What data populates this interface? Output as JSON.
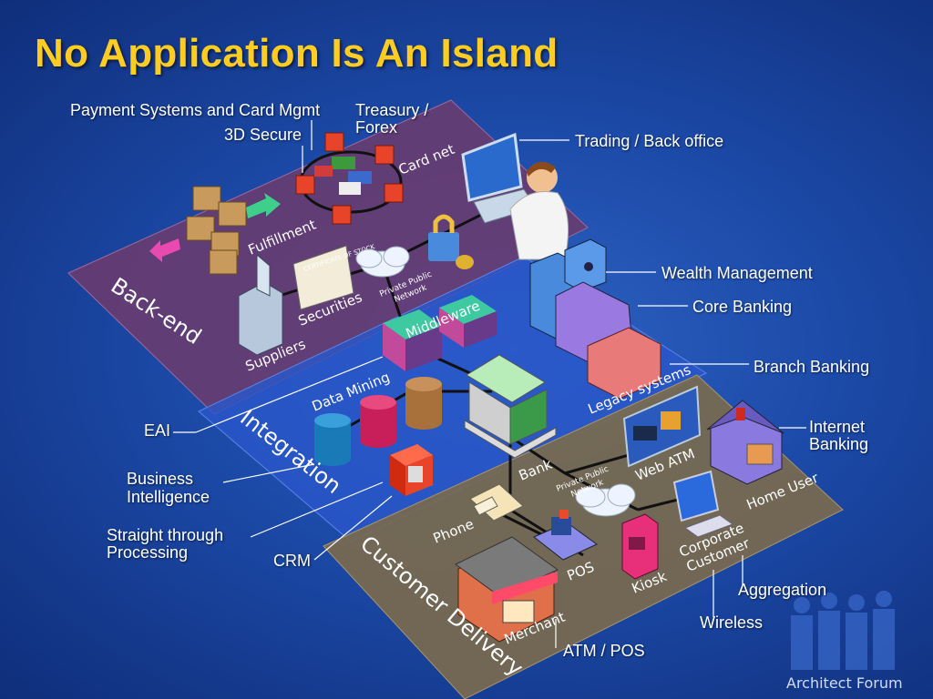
{
  "title": "No Application Is An Island",
  "callouts": {
    "payment_systems": "Payment Systems and Card Mgmt",
    "treasury_line1": "Treasury /",
    "treasury_line2": "Forex",
    "secure_3d": "3D Secure",
    "trading": "Trading / Back office",
    "wealth": "Wealth Management",
    "core_banking": "Core Banking",
    "branch_banking": "Branch Banking",
    "internet_banking_line1": "Internet",
    "internet_banking_line2": "Banking",
    "eai": "EAI",
    "bi_line1": "Business",
    "bi_line2": "Intelligence",
    "stp_line1": "Straight through",
    "stp_line2": "Processing",
    "crm": "CRM",
    "aggregation": "Aggregation",
    "wireless": "Wireless",
    "atm_pos": "ATM / POS"
  },
  "planes": {
    "backend": "Back-end",
    "integration": "Integration",
    "customer_delivery": "Customer Delivery"
  },
  "diagram_labels": {
    "card_net": "Card net",
    "fulfillment": "Fulfillment",
    "securities": "Securities",
    "suppliers": "Suppliers",
    "private_public_network": "Private  Public",
    "network": "Network",
    "middleware": "Middleware",
    "data_mining": "Data Mining",
    "legacy_systems": "Legacy systems",
    "bank": "Bank",
    "web_atm": "Web ATM",
    "home_user": "Home User",
    "phone": "Phone",
    "pos": "POS",
    "kiosk": "Kiosk",
    "corporate_line1": "Corporate",
    "corporate_line2": "Customer",
    "merchant": "Merchant",
    "certificate": "CERTIFICATE OF STOCK"
  },
  "footer": "Architect Forum",
  "colors": {
    "title": "#ffcc22",
    "backend_plane": "#6b3b6e",
    "integration_plane": "#2a57c9",
    "delivery_plane": "#7a6a4e"
  }
}
